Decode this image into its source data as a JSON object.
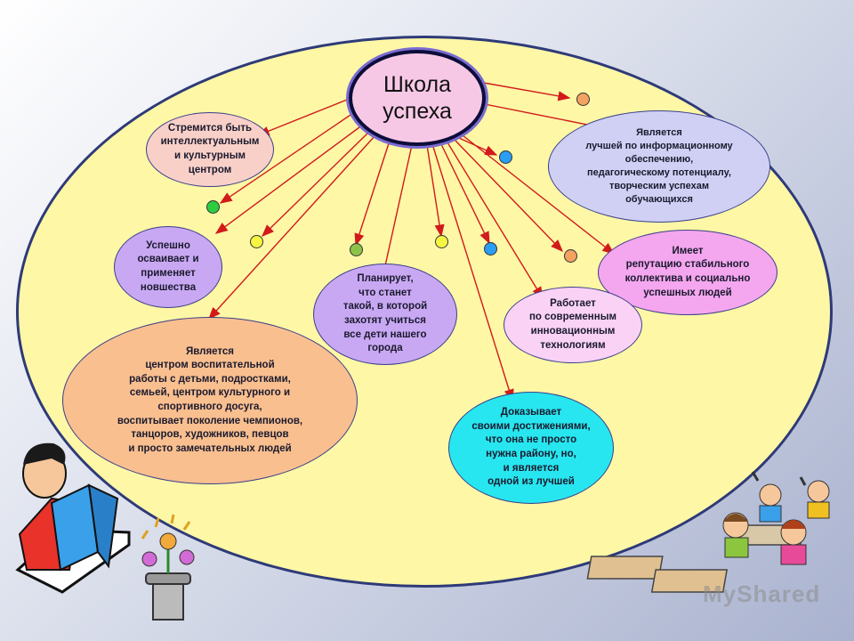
{
  "center": {
    "text": "Школа\nуспеха"
  },
  "nodes": [
    {
      "id": "intellectual",
      "text": "Стремится быть\nинтеллектуальным\nи культурным центром",
      "color": "#f9d0c8"
    },
    {
      "id": "informational",
      "text": "Является\nлучшей по информационному\nобеспечению,\nпедагогическому потенциалу,\nтворческим успехам\nобучающихся",
      "color": "#cfd0f4"
    },
    {
      "id": "innovations",
      "text": "Успешно\nосваивает и\nприменяет\nновшества",
      "color": "#c9a8f3"
    },
    {
      "id": "reputation",
      "text": "Имеет\nрепутацию стабильного\nколлектива и социально\nуспешных людей",
      "color": "#f4a6ee"
    },
    {
      "id": "plans",
      "text": "Планирует,\nчто станет\nтакой, в которой\nзахотят учиться\nвсе дети нашего\nгорода",
      "color": "#c9a8f3"
    },
    {
      "id": "technologies",
      "text": "Работает\nпо современным\nинновационным\nтехнологиям",
      "color": "#f9d2f5"
    },
    {
      "id": "upbringing",
      "text": "Является\nцентром воспитательной\nработы с детьми, подростками,\nсемьей, центром культурного и\nспортивного досуга,\nвоспитывает поколение чемпионов,\nтанцоров, художников, певцов\nи просто замечательных людей",
      "color": "#f9bf8f"
    },
    {
      "id": "achievements",
      "text": "Доказывает\nсвоими достижениями,\nчто она не просто\nнужна району, но,\nи является\nодной из лучшей",
      "color": "#27e6ef"
    }
  ],
  "colors": {
    "oval": "#fdf7a6",
    "arrow": "#d21a1a",
    "outline": "#2e3a78"
  },
  "dots": [
    {
      "color": "#f4a261"
    },
    {
      "color": "#2a9df4"
    },
    {
      "color": "#2ecc40"
    },
    {
      "color": "#f5f542"
    },
    {
      "color": "#8bc34a"
    },
    {
      "color": "#f5f542"
    },
    {
      "color": "#2a9df4"
    },
    {
      "color": "#f4a261"
    }
  ],
  "watermark": {
    "text": "MyShared"
  },
  "illustrations": [
    "reading-student",
    "flower-pot",
    "classroom-children"
  ]
}
